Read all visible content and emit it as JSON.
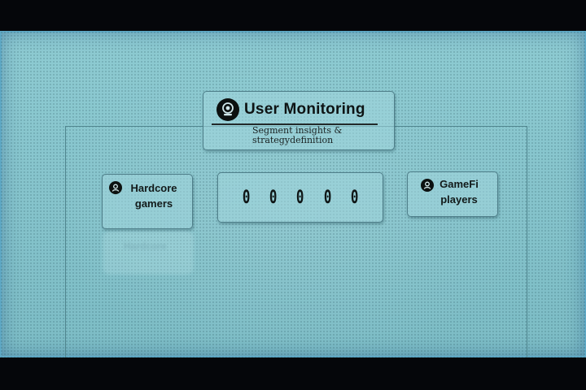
{
  "header": {
    "title": "User Monitoring",
    "subtitle": "Segment insights & strategydefinition",
    "icon": "webcam-icon"
  },
  "segments": {
    "hardcore": {
      "label": "Hardcore gamers",
      "icon": "user-badge-icon"
    },
    "gamefi": {
      "label": "GameFi players",
      "icon": "user-badge-icon"
    }
  },
  "counter": {
    "digits": [
      "0",
      "0",
      "0",
      "0",
      "0"
    ]
  },
  "ghost": {
    "label": "Hardcore"
  },
  "colors": {
    "background": "#86c4cc",
    "border": "#4f7f8a",
    "text": "#0e1414"
  }
}
